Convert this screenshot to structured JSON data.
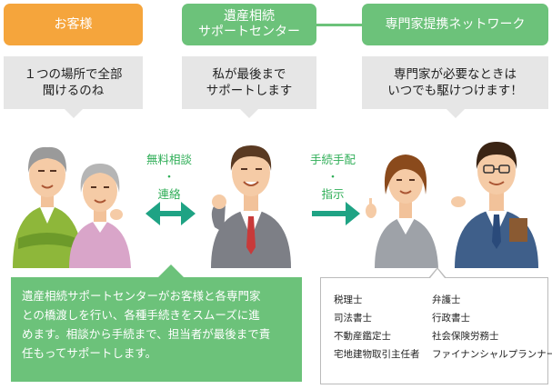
{
  "headers": {
    "customer": "お客様",
    "center_line1": "遺産相続",
    "center_line2": "サポートセンター",
    "network": "専門家提携ネットワーク"
  },
  "bubbles": {
    "customer_line1": "１つの場所で全部",
    "customer_line2": "聞けるのね",
    "center_line1": "私が最後まで",
    "center_line2": "サポートします",
    "network_line1": "専門家が必要なときは",
    "network_line2": "いつでも駆けつけます！"
  },
  "flow": {
    "left_line1": "無料相談",
    "left_dot": "・",
    "left_line2": "連絡",
    "right_line1": "手続手配",
    "right_dot": "・",
    "right_line2": "指示"
  },
  "description": {
    "line1": "遺産相続サポートセンターがお客様と各専門家",
    "line2": "との橋渡しを行い、各種手続きをスムーズに進",
    "line3": "めます。相談から手続まで、担当者が最後まで責",
    "line4": "任もってサポートします。"
  },
  "professionals": {
    "left": [
      "税理士",
      "司法書士",
      "不動産鑑定士",
      "宅地建物取引主任者"
    ],
    "right": [
      "弁護士",
      "行政書士",
      "社会保険労務士",
      "ファイナンシャルプランナー"
    ]
  },
  "colors": {
    "orange": "#f5a53c",
    "green": "#6cc27a",
    "teal": "#1fa384",
    "gray": "#e6e6e6"
  }
}
